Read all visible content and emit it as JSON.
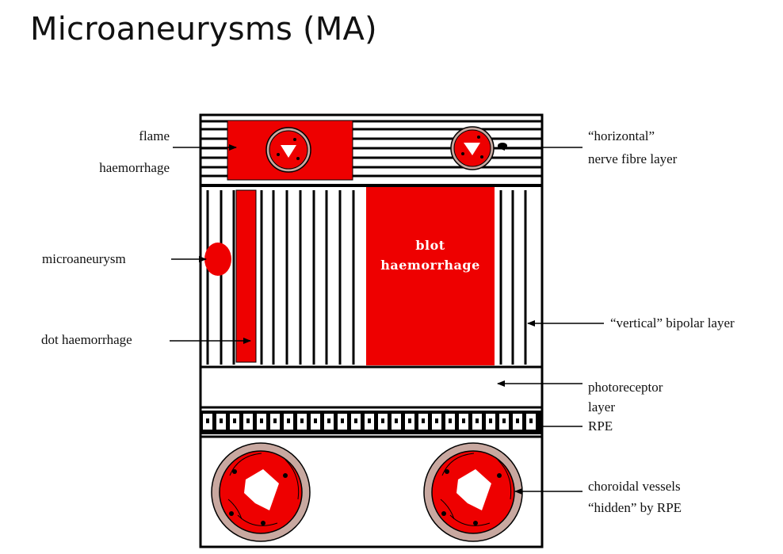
{
  "title": "Microaneurysms (MA)",
  "labels": {
    "flame_line1": "flame",
    "flame_line2": "haemorrhage",
    "microaneurysm": "microaneurysm",
    "dot": "dot haemorrhage",
    "horizontal_line1": "“horizontal”",
    "horizontal_line2": "nerve fibre layer",
    "vertical": "“vertical” bipolar layer",
    "photo_line1": "photoreceptor",
    "photo_line2": "layer",
    "rpe": "RPE",
    "choroidal_line1": "choroidal vessels",
    "choroidal_line2": "“hidden” by RPE",
    "blot_line1": "blot",
    "blot_line2": "haemorrhage"
  },
  "colors": {
    "blood": "#ee0000",
    "vessel_wall": "#c8a8a0",
    "line": "#000000",
    "background": "#ffffff"
  }
}
